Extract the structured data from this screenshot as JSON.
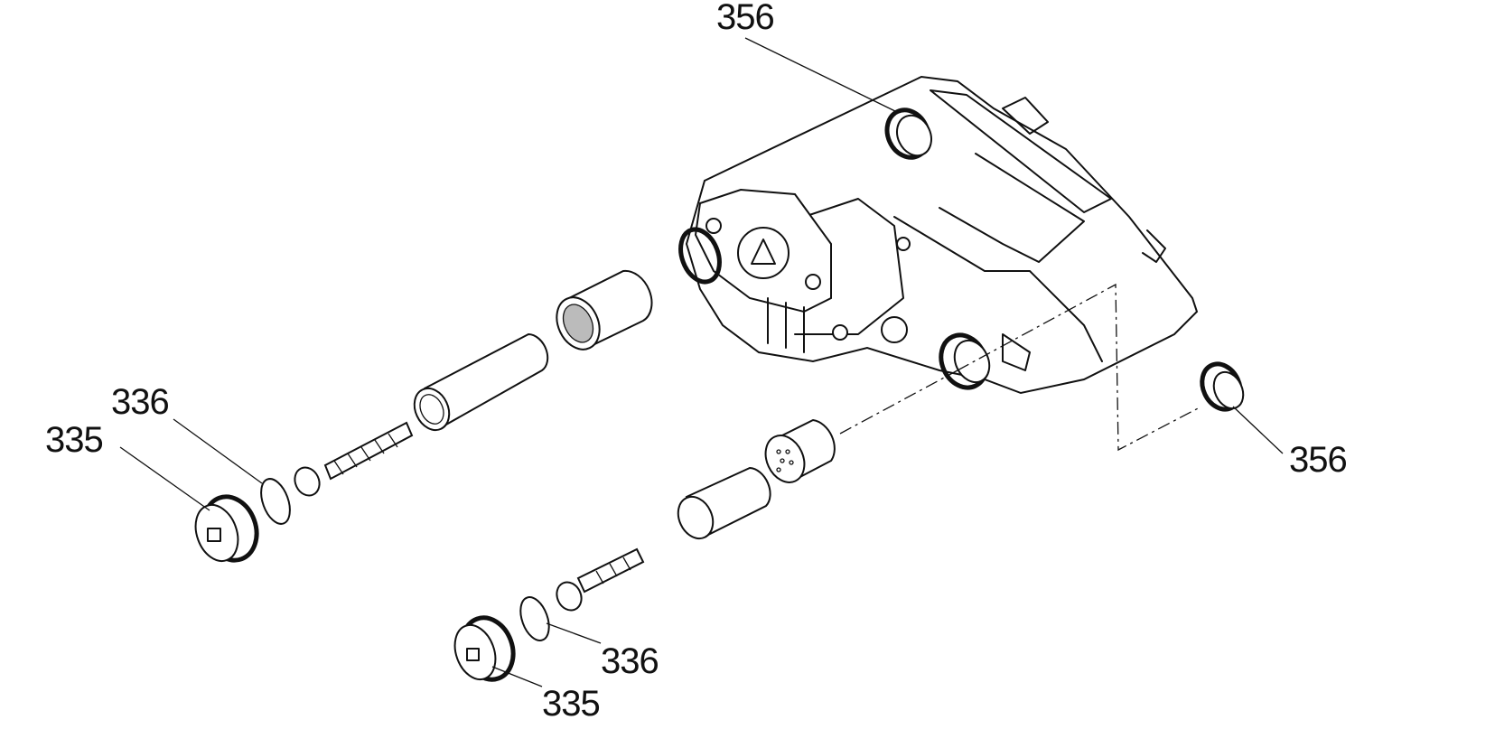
{
  "diagram": {
    "callouts": [
      {
        "id": "seal-top",
        "text": "356"
      },
      {
        "id": "seal-right",
        "text": "356"
      },
      {
        "id": "ring-upper",
        "text": "336"
      },
      {
        "id": "cap-upper",
        "text": "335"
      },
      {
        "id": "ring-lower",
        "text": "336"
      },
      {
        "id": "cap-lower",
        "text": "335"
      }
    ]
  }
}
